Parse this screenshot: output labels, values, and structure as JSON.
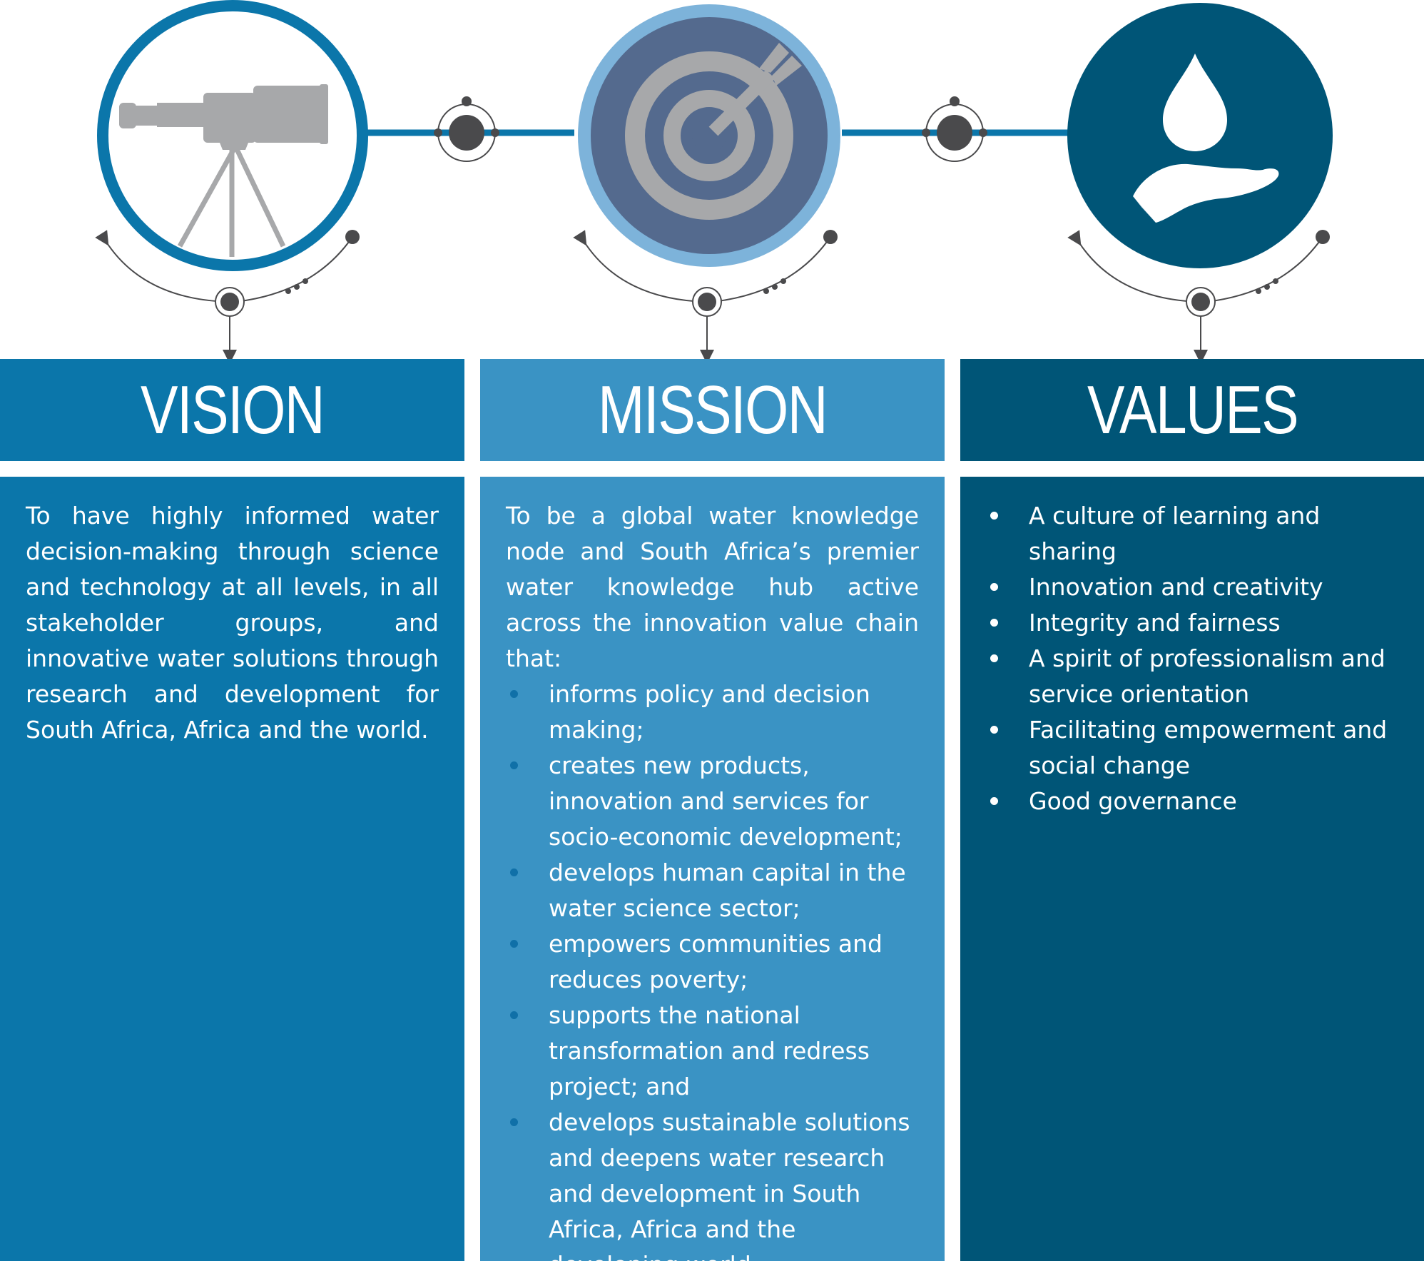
{
  "colors": {
    "vision": "#0b76aa",
    "mission": "#3a93c4",
    "values": "#005577",
    "connector": "#0b76aa",
    "icon_gray": "#a7a8aa",
    "node": "#4a4a4c"
  },
  "icons": {
    "vision": "telescope-icon",
    "mission": "target-arrow-icon",
    "values": "water-drop-hand-icon"
  },
  "vision": {
    "title": "VISION",
    "text": "To have highly informed water decision-making through science and technology at all levels, in all stakeholder groups, and innovative water solutions through research and development for South Africa, Africa and the world."
  },
  "mission": {
    "title": "MISSION",
    "intro": "To be a global water knowledge node and South Africa’s premier water knowledge hub active across the innovation value chain that:",
    "items": [
      "informs policy and decision making;",
      "creates new products, innovation and services for socio-economic development;",
      "develops human capital in the water science sector;",
      "empowers communities and reduces poverty;",
      "supports the national transformation and redress project; and",
      "develops sustainable solutions and deepens water research and development in South Africa, Africa and the developing world."
    ]
  },
  "values": {
    "title": "VALUES",
    "items": [
      "A culture of learning and sharing",
      "Innovation and creativity",
      "Integrity and fairness",
      "A spirit of professionalism and service orientation",
      "Facilitating empowerment and social change",
      "Good governance"
    ]
  }
}
